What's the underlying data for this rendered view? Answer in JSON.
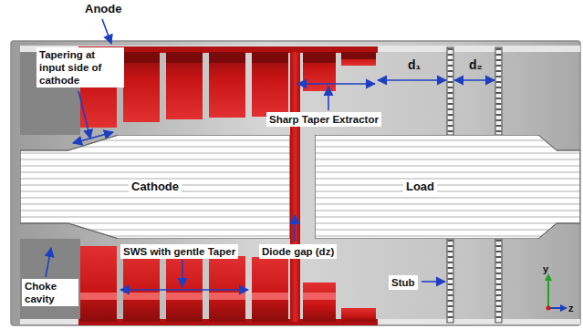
{
  "diagram": {
    "nodes": [
      {
        "text": [
          "Cathode"
        ]
      },
      {
        "text": [
          "Load"
        ]
      }
    ],
    "labels": [
      "Anode",
      "Tapering at input side of cathode",
      "Sharp Taper Extractor",
      "d₁",
      "d₂",
      "SWS with gentle Taper",
      "Diode gap (dz)",
      "Stub",
      "Choke cavity",
      "y",
      "z"
    ]
  }
}
